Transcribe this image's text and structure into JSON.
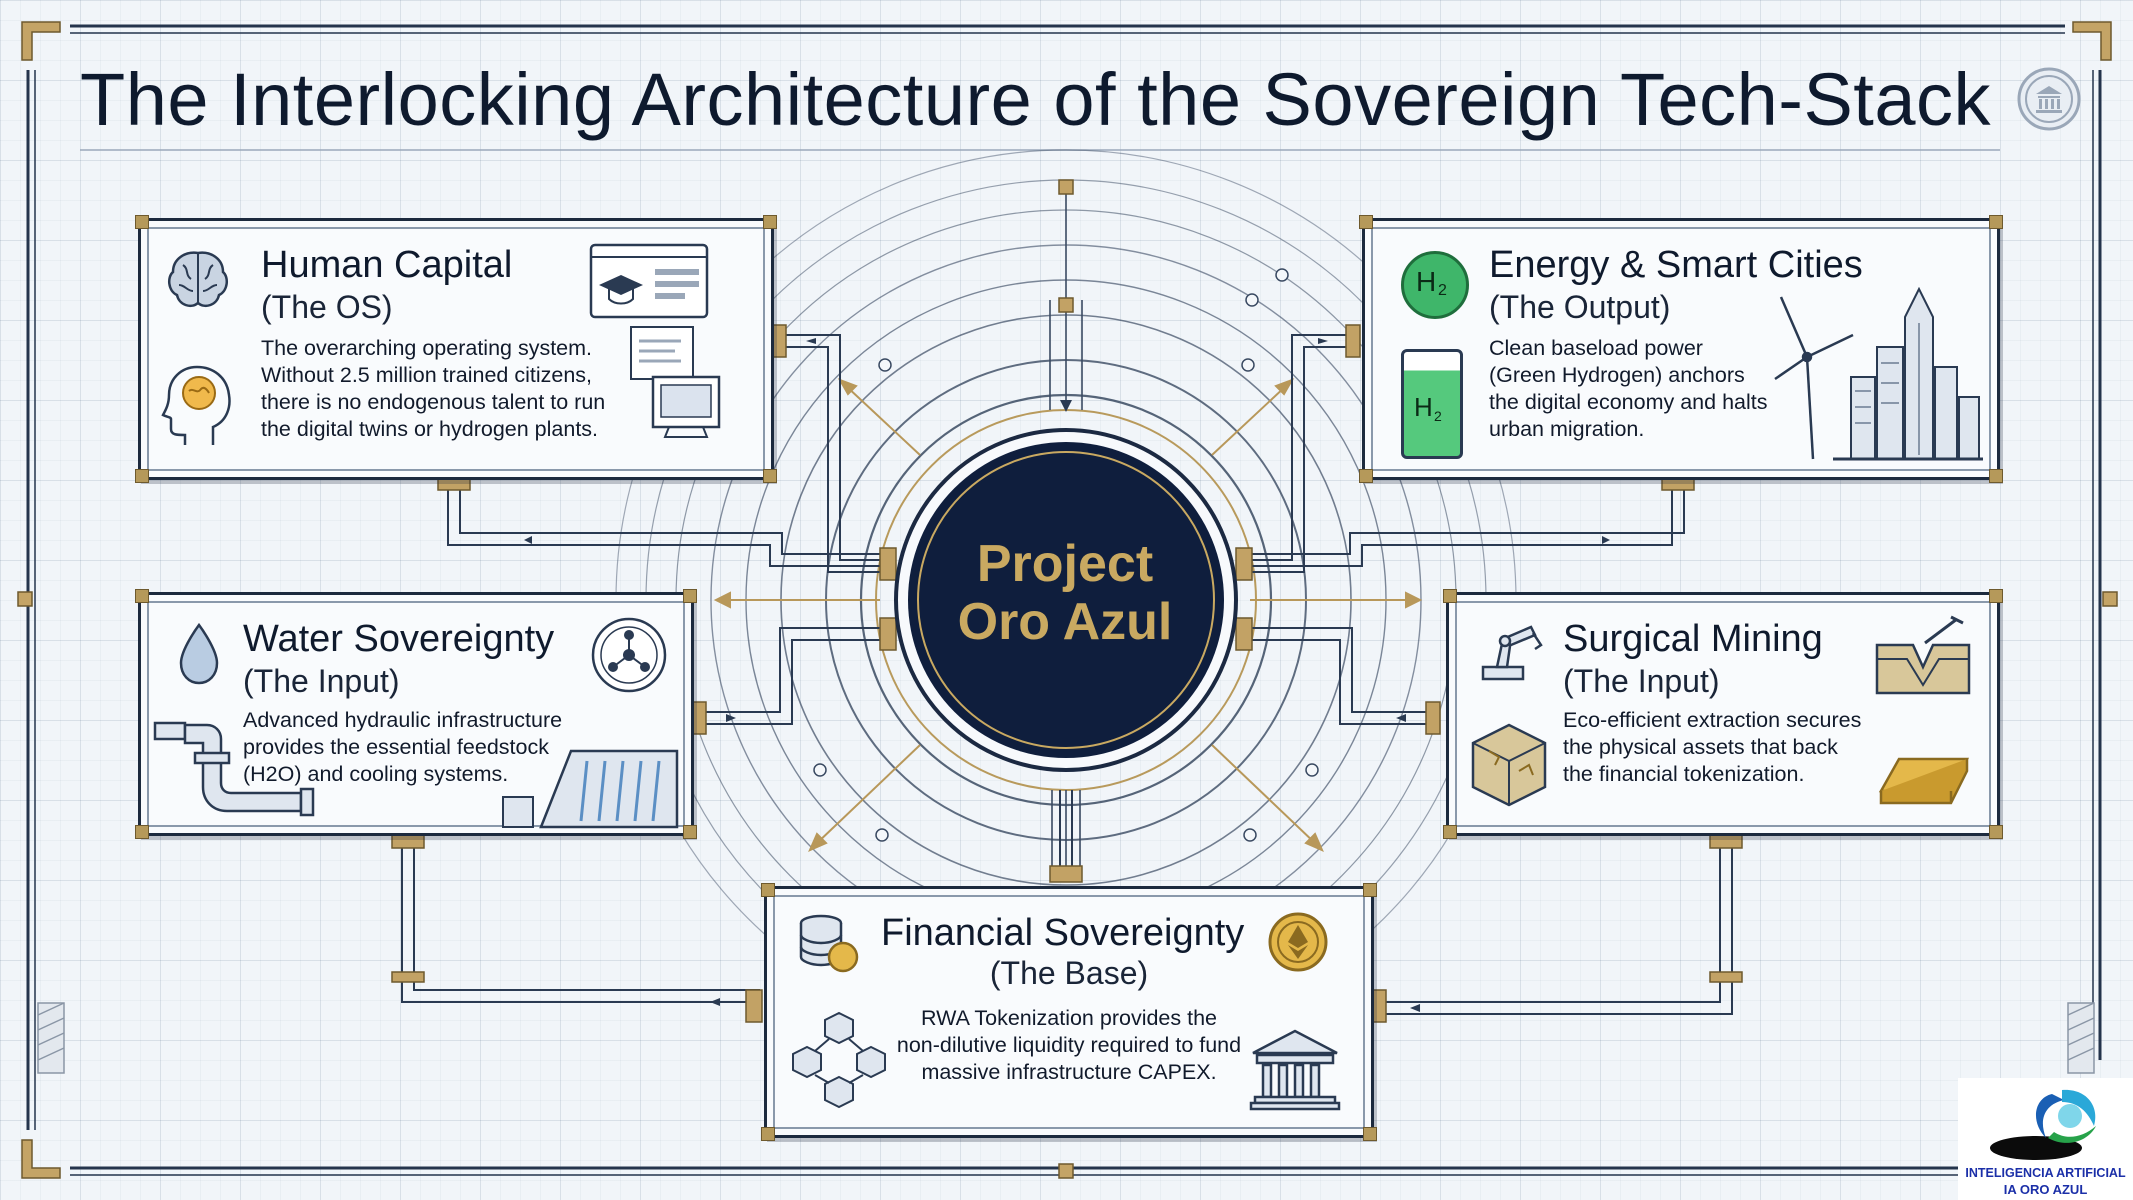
{
  "title": "The Interlocking Architecture of the Sovereign Tech-Stack",
  "hub": {
    "line1": "Project",
    "line2": "Oro Azul"
  },
  "nodes": {
    "human_capital": {
      "title": "Human Capital",
      "subtitle": "(The OS)",
      "body": "The overarching operating system.\nWithout 2.5 million trained citizens,\nthere is no endogenous talent to run\nthe digital twins or hydrogen plants."
    },
    "energy": {
      "title": "Energy & Smart Cities",
      "subtitle": "(The Output)",
      "body": "Clean baseload power\n(Green Hydrogen) anchors\nthe digital economy and halts\nurban migration.",
      "h2_label": "H",
      "h2_sub": "2"
    },
    "water": {
      "title": "Water Sovereignty",
      "subtitle": "(The Input)",
      "body": "Advanced hydraulic infrastructure\nprovides the essential feedstock\n(H2O) and cooling systems."
    },
    "mining": {
      "title": "Surgical Mining",
      "subtitle": "(The Input)",
      "body": "Eco-efficient extraction secures\nthe physical assets that back\nthe financial tokenization."
    },
    "financial": {
      "title": "Financial Sovereignty",
      "subtitle": "(The Base)",
      "body": "RWA Tokenization provides the\nnon-dilutive liquidity required to fund\nmassive infrastructure CAPEX."
    }
  },
  "logo": {
    "line1": "INTELIGENCIA ARTIFICIAL",
    "line2": "IA ORO AZUL"
  },
  "colors": {
    "navy": "#0f1e3d",
    "gold": "#c9a961",
    "line": "#2a3a52",
    "green": "#3fb66a"
  }
}
